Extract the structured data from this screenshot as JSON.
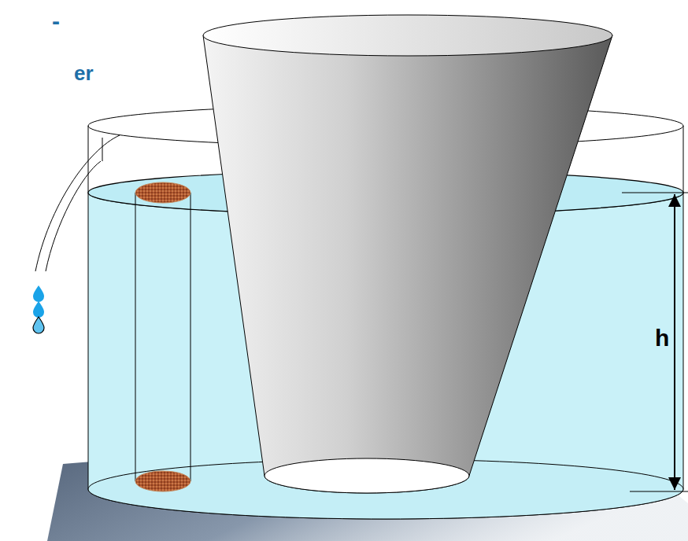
{
  "diagram": {
    "labels": [
      "-",
      "er",
      "h"
    ]
  }
}
